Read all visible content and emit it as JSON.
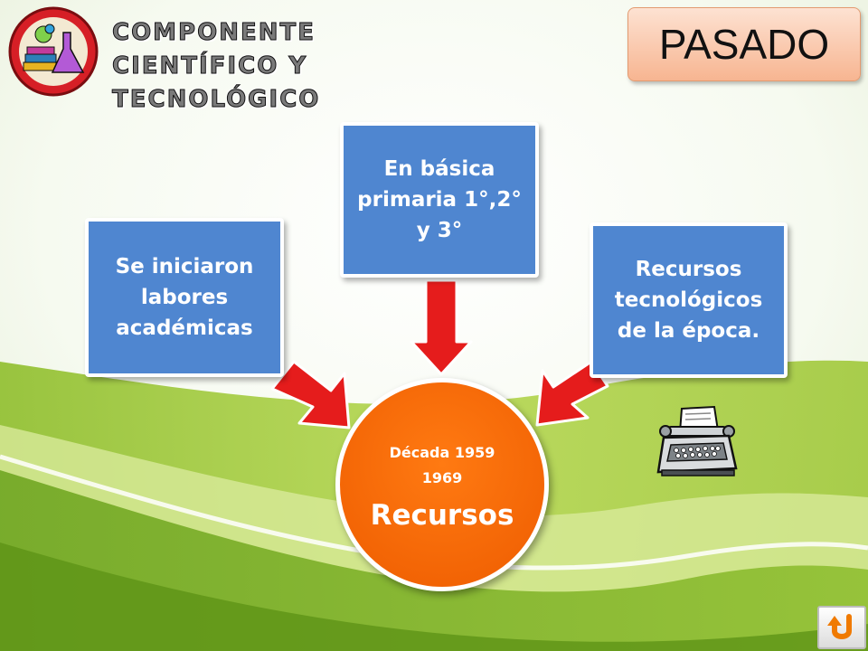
{
  "header": {
    "title_lines": [
      "COMPONENTE",
      "CIENTÍFICO Y",
      "TECNOLÓGICO"
    ],
    "tag": "PASADO"
  },
  "diagram": {
    "boxes": {
      "left": "Se iniciaron labores académicas",
      "center": "En básica primaria 1°,2° y 3°",
      "right": "Recursos tecnológicos de la época."
    },
    "center_circle": {
      "subtitle_line1": "Década 1959",
      "subtitle_line2": "1969",
      "title": "Recursos"
    }
  },
  "icons": {
    "logo": "science-logo-icon",
    "clipart": "typewriter-icon",
    "nav": "return-arrow-icon"
  },
  "colors": {
    "box_fill": "#4f86d0",
    "circle_fill": "#f06400",
    "arrow": "#e51c1c",
    "tag_fill": "#f7b591",
    "background_green": "#a6cc3e"
  }
}
